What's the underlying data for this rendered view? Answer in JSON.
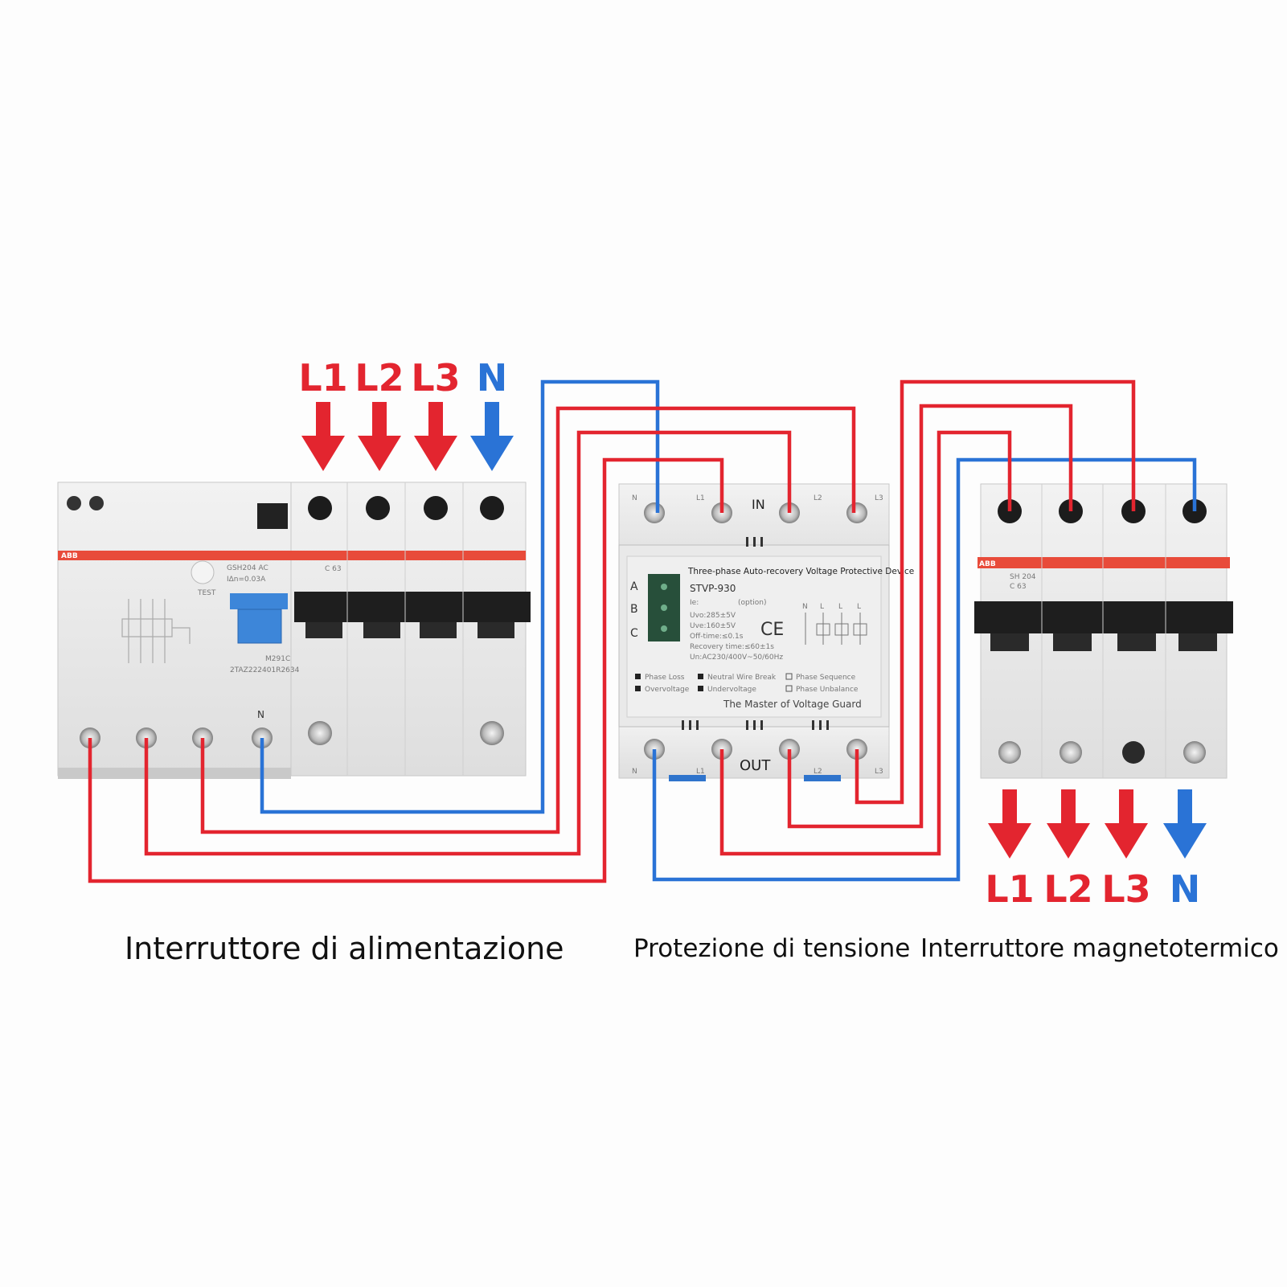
{
  "input_labels": [
    "L1",
    "L2",
    "L3",
    "N"
  ],
  "output_labels": [
    "L1",
    "L2",
    "L3",
    "N"
  ],
  "colors": {
    "phase": "#e3252f",
    "neutral": "#2a73d6",
    "abb_red": "#e84b3a"
  },
  "rcd": {
    "brand": "ABB",
    "model": "GSH204 AC",
    "idn": "IΔn=0.03A",
    "test_label": "TEST",
    "rating": "C 63",
    "code_a": "M291C",
    "code_b": "2TAZ222401R2634",
    "n_label": "N"
  },
  "protector": {
    "in_label": "IN",
    "out_label": "OUT",
    "title": "Three-phase Auto-recovery Voltage Protective Device",
    "model": "STVP-930",
    "ie": "Ie:",
    "ie_option": "(option)",
    "specs": [
      "Uvo:285±5V",
      "Uve:160±5V",
      "Off-time:≤0.1s",
      "Recovery time:≤60±1s",
      "Un:AC230/400V~50/60Hz"
    ],
    "abc": [
      "A",
      "B",
      "C"
    ],
    "nlll": [
      "N",
      "L",
      "L",
      "L"
    ],
    "ce": "CE",
    "features": [
      "Phase Loss",
      "Neutral Wire Break",
      "Phase Sequence",
      "Overvoltage",
      "Undervoltage",
      "Phase Unbalance"
    ],
    "slogan": "The Master of Voltage Guard",
    "terminals_top": [
      "N",
      "L1",
      "L2",
      "L3"
    ],
    "terminals_bottom": [
      "N",
      "L1",
      "L2",
      "L3"
    ]
  },
  "mcb": {
    "brand": "ABB",
    "model": "SH 204",
    "rating": "C 63"
  },
  "captions": {
    "main_switch": "Interruttore di alimentazione",
    "protection": "Protezione di tensione",
    "mcb": "Interruttore magnetotermico"
  }
}
